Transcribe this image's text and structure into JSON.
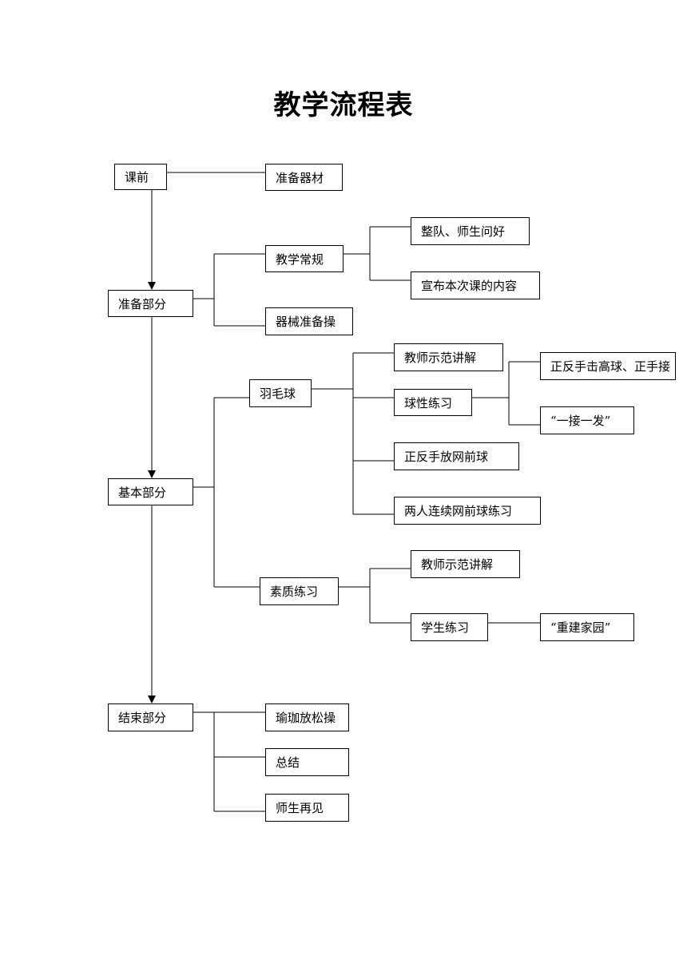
{
  "title": "教学流程表",
  "nodes": {
    "pre_class": "课前",
    "prepare_equipment": "准备器材",
    "preparation_part": "准备部分",
    "teaching_routine": "教学常规",
    "line_up_greet": "整队、师生问好",
    "announce_content": "宣布本次课的内容",
    "equipment_exercise": "器械准备操",
    "badminton": "羽毛球",
    "teacher_demo_1": "教师示范讲解",
    "ball_feel_practice": "球性练习",
    "high_clear": "正反手击高球、正手接",
    "catch_serve": "“一接一发”",
    "net_shot": "正反手放网前球",
    "pair_net_practice": "两人连续网前球练习",
    "basic_part": "基本部分",
    "fitness_practice": "素质练习",
    "teacher_demo_2": "教师示范讲解",
    "student_practice": "学生练习",
    "rebuild_home": "“重建家园”",
    "ending_part": "结束部分",
    "yoga_relax": "瑜珈放松操",
    "summary": "总结",
    "goodbye": "师生再见"
  }
}
